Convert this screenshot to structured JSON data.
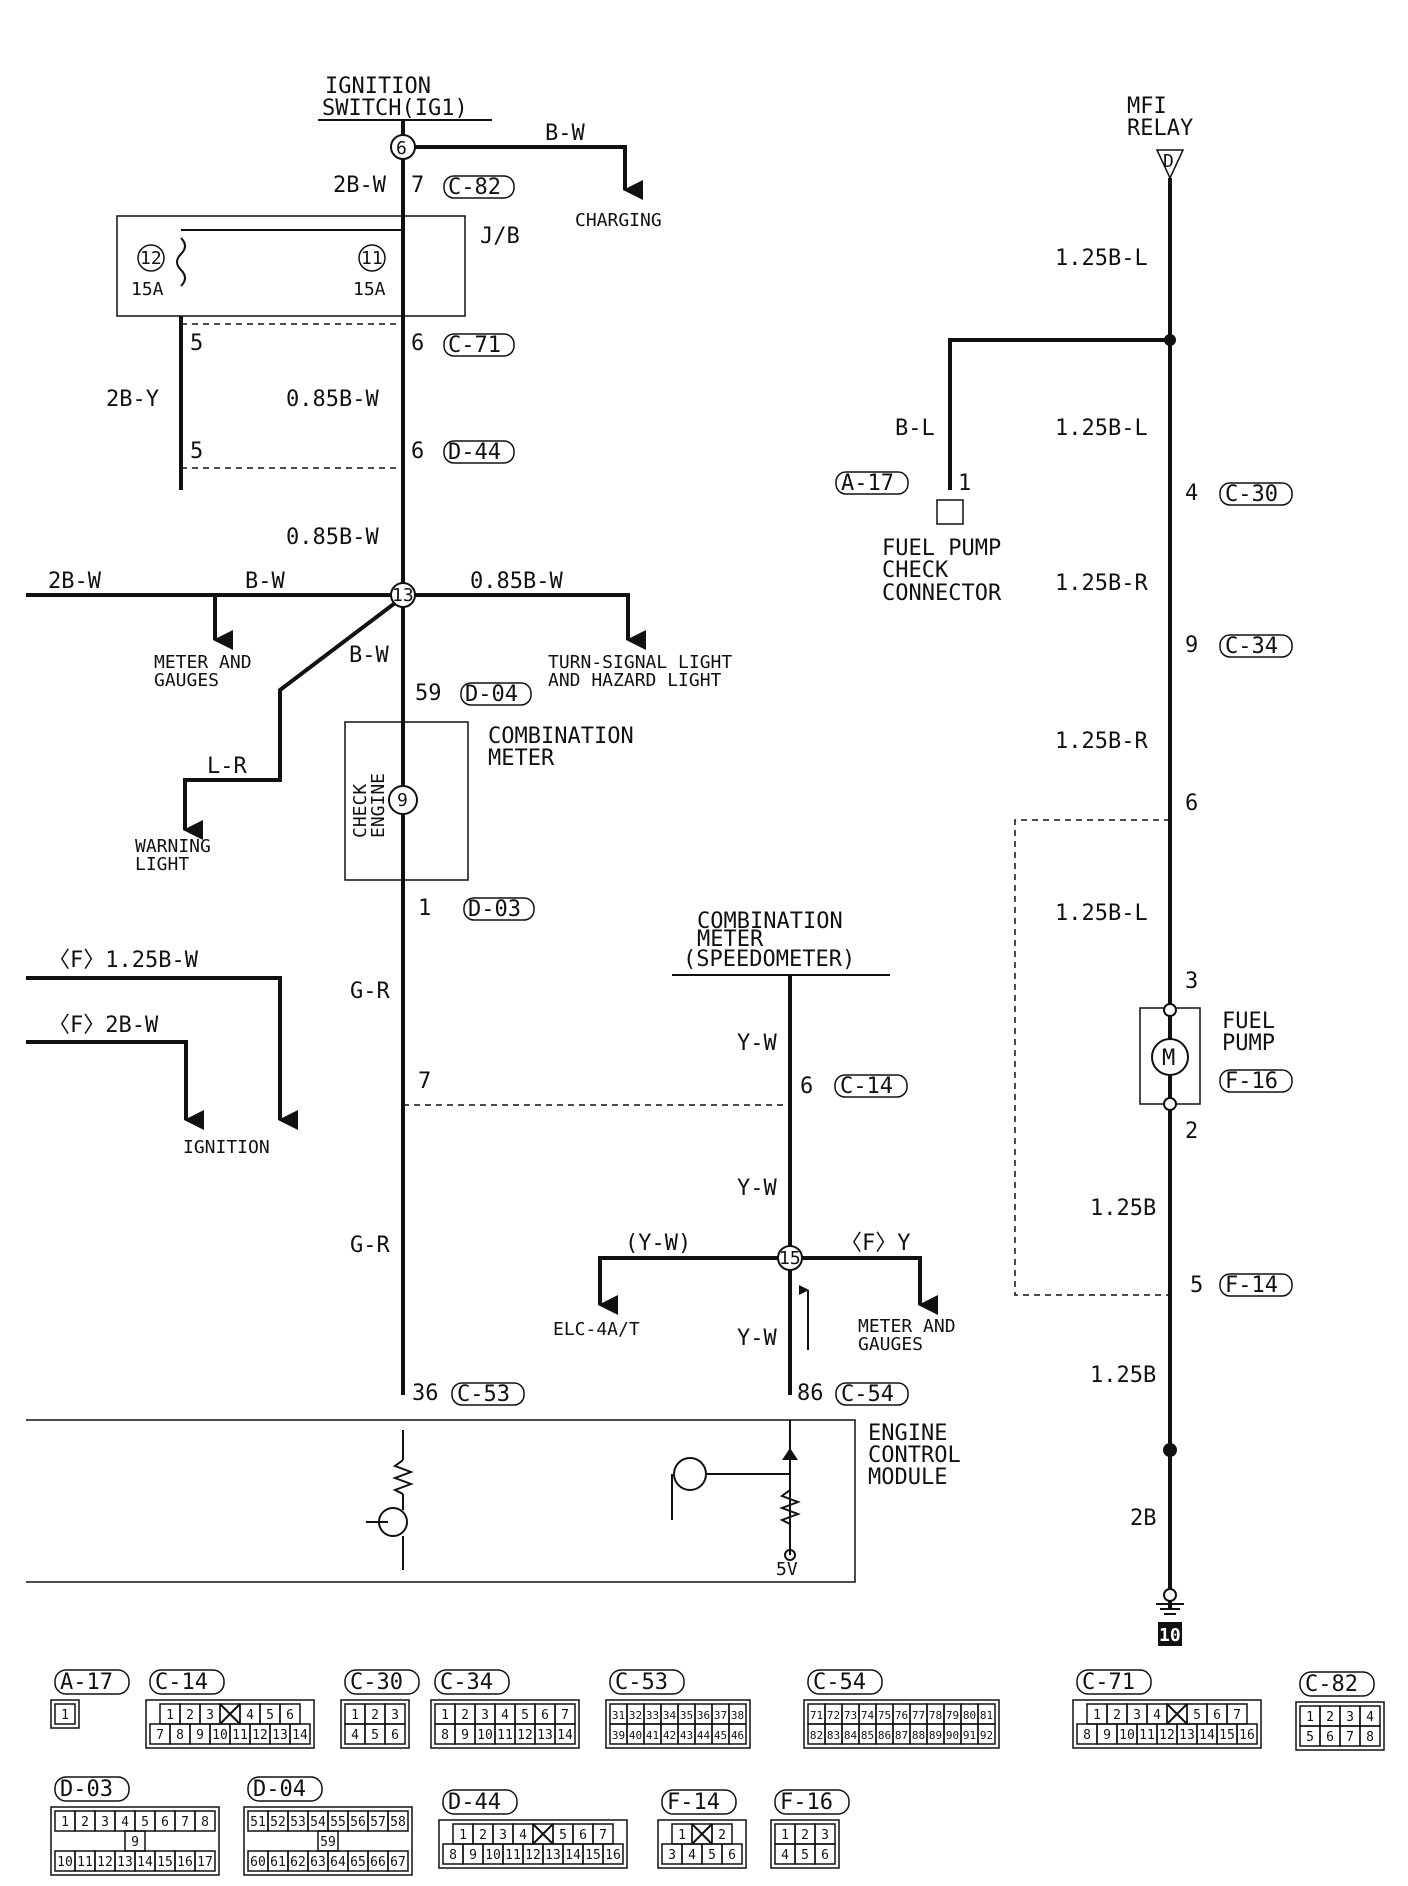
{
  "components": {
    "ignition_switch": [
      "IGNITION",
      "SWITCH(IG1)"
    ],
    "charging": "CHARGING",
    "jb": "J/B",
    "mfi_relay": [
      "MFI",
      "RELAY"
    ],
    "fuel_pump_check_connector": [
      "FUEL PUMP",
      "CHECK",
      "CONNECTOR"
    ],
    "meter_and_gauges_1": [
      "METER AND",
      "GAUGES"
    ],
    "turn_signal": [
      "TURN-SIGNAL LIGHT",
      "AND HAZARD LIGHT"
    ],
    "combination_meter": [
      "COMBINATION",
      "METER"
    ],
    "check_engine": [
      "CHECK",
      "ENGINE"
    ],
    "warning_light": [
      "WARNING",
      "LIGHT"
    ],
    "combination_meter_speedo": [
      "COMBINATION",
      "METER",
      "(SPEEDOMETER)"
    ],
    "ignition": "IGNITION",
    "elc": "ELC-4A/T",
    "meter_and_gauges_2": [
      "METER AND",
      "GAUGES"
    ],
    "ecm": [
      "ENGINE",
      "CONTROL",
      "MODULE"
    ],
    "fuel_pump": [
      "FUEL",
      "PUMP"
    ],
    "ground_number": "10",
    "five_v": "5V"
  },
  "fuses": [
    {
      "number": "12",
      "rating": "15A"
    },
    {
      "number": "11",
      "rating": "15A"
    }
  ],
  "junctions": {
    "j6": "6",
    "j13": "13",
    "j15": "15",
    "m": "M",
    "d": "D"
  },
  "wires": {
    "bw_charging": "B-W",
    "w_2bw_top": "2B-W",
    "w_2by": "2B-Y",
    "w_085bw_1": "0.85B-W",
    "w_085bw_2": "0.85B-W",
    "w_2bw_left": "2B-W",
    "w_bw_meter": "B-W",
    "w_085bw_turn": "0.85B-W",
    "w_bw_down": "B-W",
    "w_lr": "L-R",
    "w_f125bw": "〈F〉1.25B-W",
    "w_f2bw": "〈F〉2B-W",
    "w_gr_1": "G-R",
    "w_gr_2": "G-R",
    "w_yw_1": "Y-W",
    "w_yw_2": "Y-W",
    "w_yw_3": "Y-W",
    "w_yw_paren": "(Y-W)",
    "w_fy": "〈F〉Y",
    "w_bl": "B-L",
    "w_125bl_1": "1.25B-L",
    "w_125bl_2": "1.25B-L",
    "w_125br_1": "1.25B-R",
    "w_125br_2": "1.25B-R",
    "w_125bl_3": "1.25B-L",
    "w_125b_1": "1.25B",
    "w_125b_2": "1.25B",
    "w_2b": "2B"
  },
  "pins": {
    "p7_c82": "7",
    "p5_c71": "5",
    "p6_c71": "6",
    "p5_d44": "5",
    "p6_d44": "6",
    "p59": "59",
    "p1_d03": "1",
    "p7": "7",
    "p6_c14": "6",
    "p36": "36",
    "p86": "86",
    "p1_a17": "1",
    "p4": "4",
    "p9": "9",
    "p6": "6",
    "p3": "3",
    "p2": "2",
    "p5_f14": "5"
  },
  "connector_tags": {
    "c82": "C-82",
    "c71": "C-71",
    "d44": "D-44",
    "d04": "D-04",
    "d03": "D-03",
    "c14": "C-14",
    "c53": "C-53",
    "c54": "C-54",
    "a17": "A-17",
    "c30": "C-30",
    "c34": "C-34",
    "f16": "F-16",
    "f14": "F-14"
  },
  "legend": [
    {
      "id": "A-17",
      "rows": [
        [
          "1"
        ]
      ]
    },
    {
      "id": "C-14",
      "rows": [
        [
          "1",
          "2",
          "3",
          "",
          "4",
          "5",
          "6"
        ],
        [
          "7",
          "8",
          "9",
          "10",
          "11",
          "12",
          "13",
          "14"
        ]
      ]
    },
    {
      "id": "C-30",
      "rows": [
        [
          "1",
          "2",
          "3"
        ],
        [
          "4",
          "5",
          "6"
        ]
      ]
    },
    {
      "id": "C-34",
      "rows": [
        [
          "1",
          "2",
          "3",
          "4",
          "5",
          "6",
          "7"
        ],
        [
          "8",
          "9",
          "10",
          "11",
          "12",
          "13",
          "14"
        ]
      ]
    },
    {
      "id": "C-53",
      "rows": [
        [
          "31",
          "32",
          "33",
          "34",
          "35",
          "36",
          "37",
          "38"
        ],
        [
          "39",
          "40",
          "41",
          "42",
          "43",
          "44",
          "45",
          "46"
        ]
      ]
    },
    {
      "id": "C-54",
      "rows": [
        [
          "71",
          "72",
          "73",
          "74",
          "75",
          "76",
          "77",
          "78",
          "79",
          "80",
          "81"
        ],
        [
          "82",
          "83",
          "84",
          "85",
          "86",
          "87",
          "88",
          "89",
          "90",
          "91",
          "92"
        ]
      ]
    },
    {
      "id": "C-71",
      "rows": [
        [
          "1",
          "2",
          "3",
          "4",
          "",
          "5",
          "6",
          "7"
        ],
        [
          "8",
          "9",
          "10",
          "11",
          "12",
          "13",
          "14",
          "15",
          "16"
        ]
      ]
    },
    {
      "id": "C-82",
      "rows": [
        [
          "1",
          "2",
          "3",
          "4"
        ],
        [
          "5",
          "6",
          "7",
          "8"
        ]
      ]
    },
    {
      "id": "D-03",
      "rows": [
        [
          "1",
          "2",
          "3",
          "4",
          "5",
          "6",
          "7",
          "8"
        ],
        [
          "9"
        ],
        [
          "10",
          "11",
          "12",
          "13",
          "14",
          "15",
          "16",
          "17"
        ]
      ]
    },
    {
      "id": "D-04",
      "rows": [
        [
          "51",
          "52",
          "53",
          "54",
          "55",
          "56",
          "57",
          "58"
        ],
        [
          "59"
        ],
        [
          "60",
          "61",
          "62",
          "63",
          "64",
          "65",
          "66",
          "67"
        ]
      ]
    },
    {
      "id": "D-44",
      "rows": [
        [
          "1",
          "2",
          "3",
          "4",
          "",
          "5",
          "6",
          "7"
        ],
        [
          "8",
          "9",
          "10",
          "11",
          "12",
          "13",
          "14",
          "15",
          "16"
        ]
      ]
    },
    {
      "id": "F-14",
      "rows": [
        [
          "1",
          "",
          "2"
        ],
        [
          "3",
          "4",
          "5",
          "6"
        ]
      ]
    },
    {
      "id": "F-16",
      "rows": [
        [
          "1",
          "2",
          "3"
        ],
        [
          "4",
          "5",
          "6"
        ]
      ]
    }
  ]
}
